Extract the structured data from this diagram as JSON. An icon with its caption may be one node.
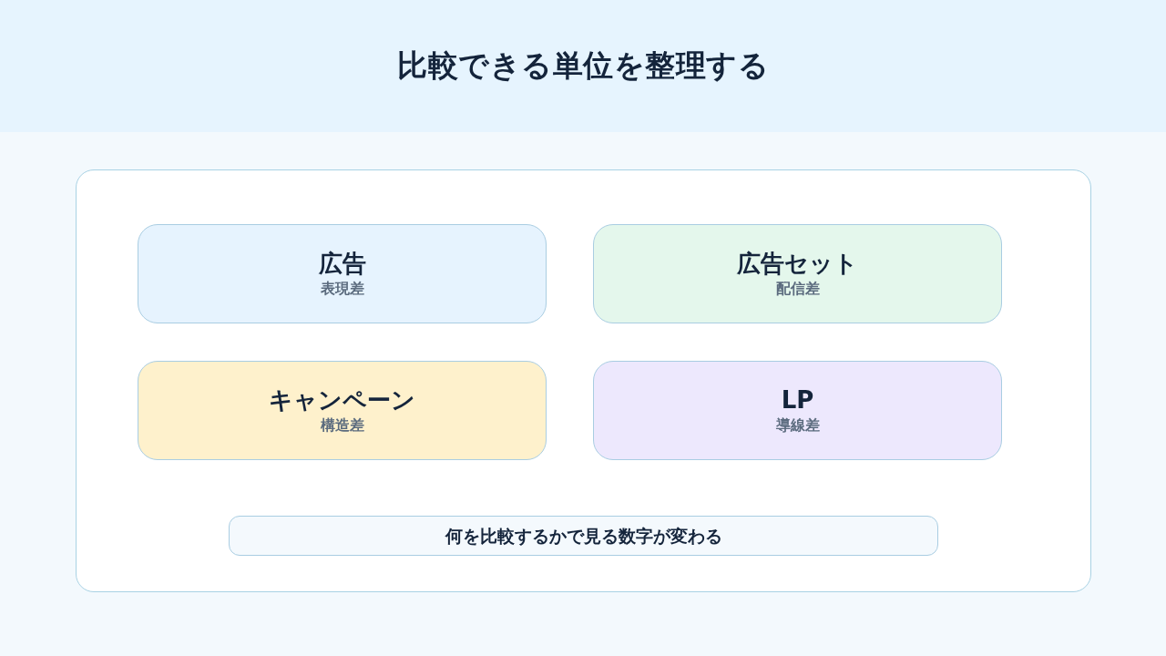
{
  "diagram": {
    "title": "比較できる単位を整理する",
    "nodes": [
      {
        "text": [
          "広告",
          "表現差"
        ]
      },
      {
        "text": [
          "広告セット",
          "配信差"
        ]
      },
      {
        "text": [
          "キャンペーン",
          "構造差"
        ]
      },
      {
        "text": [
          "LP",
          "導線差"
        ]
      },
      {
        "text": [
          "何を比較するかで見る数字が変わる"
        ]
      }
    ]
  }
}
